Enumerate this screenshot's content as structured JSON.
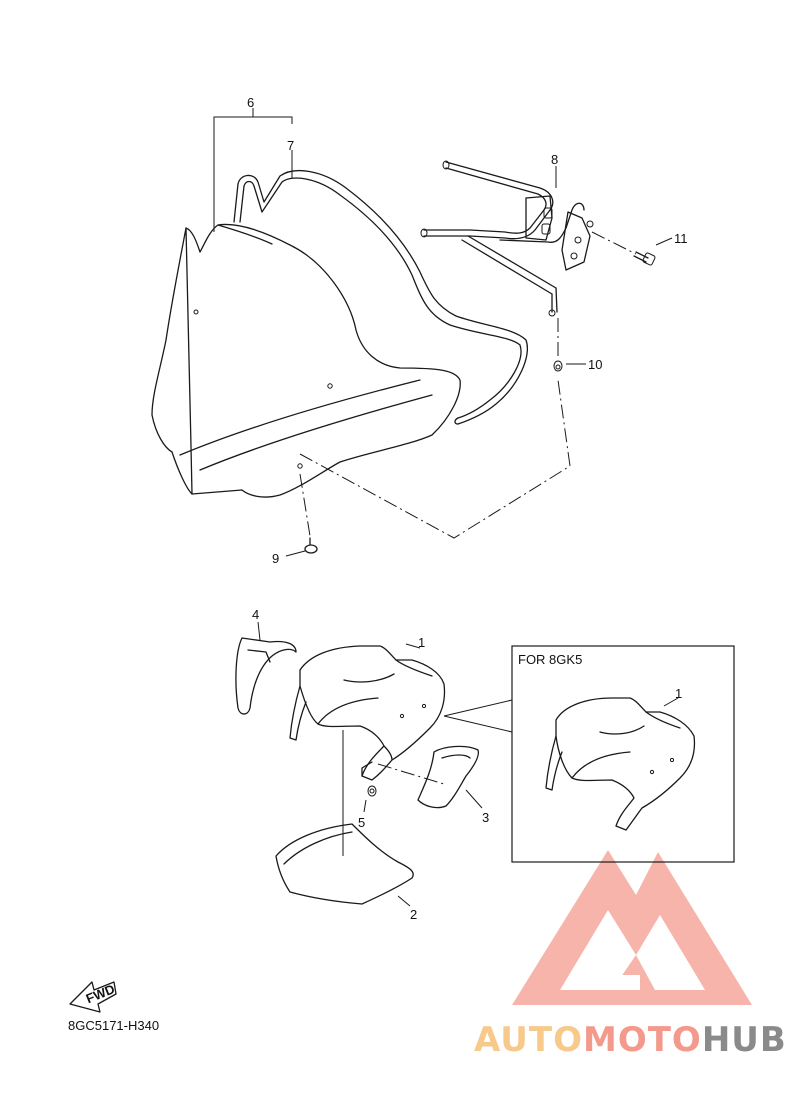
{
  "callouts": {
    "c1": "1",
    "c1b": "1",
    "c2": "2",
    "c3": "3",
    "c4": "4",
    "c5": "5",
    "c6": "6",
    "c7": "7",
    "c8": "8",
    "c9": "9",
    "c10": "10",
    "c11": "11"
  },
  "inset": {
    "label": "FOR 8GK5"
  },
  "fwd_label": "FWD",
  "diagram_code": "8GC5171-H340",
  "brand": {
    "part1": "AUTO",
    "part2": "MOTO",
    "part3": "HUB"
  },
  "colors": {
    "line": "#1a1a1a",
    "logo_red": "#f39a8c",
    "logo_orange": "#f7c98a",
    "logo_gray": "#8a8a8a"
  }
}
